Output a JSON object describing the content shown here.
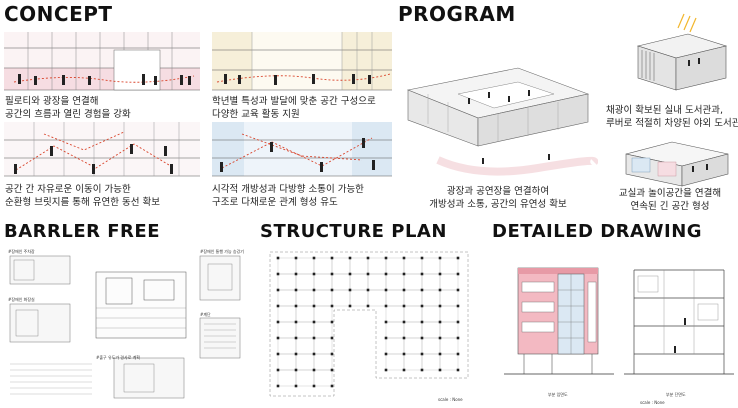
{
  "concept": {
    "title": "CONCEPT",
    "captions": [
      {
        "line1": "필로티와 광장을 연결해",
        "line2": "공간의 흐름과 열린 경험을 강화"
      },
      {
        "line1": "학년별 특성과 발달에 맞춘 공간 구성으로",
        "line2": "다양한 교육 활동 지원"
      },
      {
        "line1": "공간 간 자유로운 이동이 가능한",
        "line2": "순환형 브릿지를 통해 유연한 동선 확보"
      },
      {
        "line1": "시각적 개방성과 다방향 소통이 가능한",
        "line2": "구조로 다채로운 관계 형성 유도"
      }
    ]
  },
  "program": {
    "title": "PROGRAM",
    "captions": [
      {
        "line1": "채광이 확보된 실내 도서관과,",
        "line2": "루버로 적절히 차양된 야외 도서관"
      },
      {
        "line1": "광장과 공연장을 연결하여",
        "line2": "개방성과 소통, 공간의 유연성 확보"
      },
      {
        "line1": "교실과 놀이공간을 연결해",
        "line2": "연속된 긴 공간 형성"
      }
    ]
  },
  "barrier_free": {
    "title": "BARRLER FREE",
    "labels": [
      "#장애인 주차장",
      "#장애인 화장실",
      "#장애인 통행 가능 승강기",
      "#계단",
      "#출구 유도가 경사로 계획"
    ]
  },
  "structure_plan": {
    "title": "STRUCTURE PLAN",
    "scale": "scale : None"
  },
  "detailed_drawing": {
    "title": "DETAILED DRAWING",
    "drawing_labels": [
      "부분 입면도",
      "부분 단면도"
    ],
    "scale": "scale : None"
  },
  "colors": {
    "pink_zone": "#f6dde2",
    "beige_zone": "#f6efd9",
    "blue_zone": "#dbe8f3",
    "accent_red": "#d9442b",
    "facade_pink": "#e79aa6"
  }
}
